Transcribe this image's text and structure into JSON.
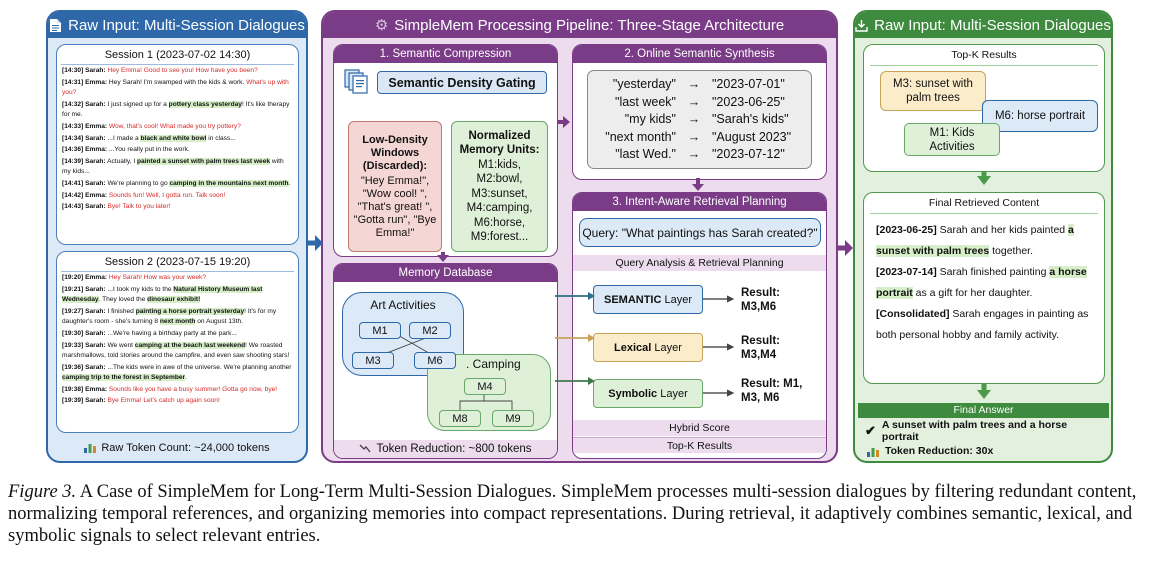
{
  "left_panel": {
    "title": "Raw Input: Multi-Session Dialogues",
    "session1": {
      "title": "Session 1 (2023-07-02 14:30)",
      "messages": [
        {
          "ts": "[14:30] Sarah:",
          "speaker": "emma",
          "parts": [
            {
              "t": " Hey Emma! Good to see you! How have you been?"
            }
          ]
        },
        {
          "ts": "[14:31] Emma:",
          "speaker": "sarah",
          "parts": [
            {
              "t": " Hey Sarah! I'm swamped with the kids & work. "
            },
            {
              "t": "What's up with you?",
              "red": true
            }
          ]
        },
        {
          "ts": "[14:32] Sarah:",
          "speaker": "sarah",
          "parts": [
            {
              "t": " I just signed up for a "
            },
            {
              "t": "pottery class yesterday",
              "hl": true
            },
            {
              "t": "! It's like therapy for me."
            }
          ]
        },
        {
          "ts": "[14:33] Emma:",
          "speaker": "emma",
          "parts": [
            {
              "t": " Wow, that's cool! What made you try pottery?"
            }
          ]
        },
        {
          "ts": "[14:34] Sarah:",
          "speaker": "sarah",
          "parts": [
            {
              "t": " ...I made a "
            },
            {
              "t": "black and white bowl",
              "hl": true
            },
            {
              "t": " in class..."
            }
          ]
        },
        {
          "ts": "[14:36] Emma:",
          "speaker": "sarah",
          "parts": [
            {
              "t": " ...You really put in the work."
            }
          ]
        },
        {
          "ts": "[14:39] Sarah:",
          "speaker": "sarah",
          "parts": [
            {
              "t": " Actually, I "
            },
            {
              "t": "painted a sunset with palm trees last week",
              "hl": true
            },
            {
              "t": " with my kids..."
            }
          ]
        },
        {
          "ts": "[14:41] Sarah:",
          "speaker": "sarah",
          "parts": [
            {
              "t": " We're planning to go "
            },
            {
              "t": "camping in the mountains next month",
              "hl": true
            },
            {
              "t": "."
            }
          ]
        },
        {
          "ts": "[14:42] Emma:",
          "speaker": "emma",
          "parts": [
            {
              "t": " Sounds fun! Well, I gotta run. Talk soon!"
            }
          ]
        },
        {
          "ts": "[14:43] Sarah:",
          "speaker": "emma",
          "parts": [
            {
              "t": " Bye! Talk to you later!"
            }
          ]
        }
      ]
    },
    "session2": {
      "title": "Session 2 (2023-07-15 19:20)",
      "messages": [
        {
          "ts": "[19:20] Emma:",
          "speaker": "emma",
          "parts": [
            {
              "t": " Hey Sarah! How was your week?"
            }
          ]
        },
        {
          "ts": "[19:21] Sarah:",
          "speaker": "sarah",
          "parts": [
            {
              "t": " ...I took my kids to the "
            },
            {
              "t": "Natural History Museum last Wednesday",
              "hl": true
            },
            {
              "t": ". They loved the "
            },
            {
              "t": "dinosaur exhibit!",
              "hl": true
            }
          ]
        },
        {
          "ts": "[19:27] Sarah:",
          "speaker": "sarah",
          "parts": [
            {
              "t": " I finished "
            },
            {
              "t": "painting a horse portrait yesterday",
              "hl": true
            },
            {
              "t": "! It's for my daughter's room - she's turning 8 "
            },
            {
              "t": "next month",
              "hl": true
            },
            {
              "t": " on August 13th."
            }
          ]
        },
        {
          "ts": "[19:30] Sarah:",
          "speaker": "sarah",
          "parts": [
            {
              "t": " ...We're having a birthday party at the park..."
            }
          ]
        },
        {
          "ts": "[19:33] Sarah:",
          "speaker": "sarah",
          "parts": [
            {
              "t": " We went "
            },
            {
              "t": "camping at the beach last weekend",
              "hl": true
            },
            {
              "t": "! We roasted marshmallows, told stories around the campfire, and even saw shooting stars!"
            }
          ]
        },
        {
          "ts": "[19:36] Sarah:",
          "speaker": "sarah",
          "parts": [
            {
              "t": " ...The kids were in awe of the universe. We're planning another "
            },
            {
              "t": "camping trip to the forest in September",
              "hl": true
            },
            {
              "t": "."
            }
          ]
        },
        {
          "ts": "[19:38] Emma:",
          "speaker": "emma",
          "parts": [
            {
              "t": " Sounds like you have a busy summer! Gotta go now, bye!"
            }
          ]
        },
        {
          "ts": "[19:39] Sarah:",
          "speaker": "emma",
          "parts": [
            {
              "t": " Bye Emma! Let's catch up again soon!"
            }
          ]
        }
      ]
    },
    "footer": "Raw Token Count: ~24,000 tokens"
  },
  "middle_panel": {
    "title": "SimpleMem Processing Pipeline: Three-Stage Architecture",
    "stage1": {
      "title": "1. Semantic Compression",
      "gating": "Semantic Density Gating",
      "low_density": {
        "title": "Low-Density Windows (Discarded):",
        "body": "\"Hey Emma!\", \"Wow cool! \", \"That's great! \", \"Gotta run\", \"Bye Emma!\""
      },
      "normalized": {
        "title": "Normalized Memory Units:",
        "body": "M1:kids, M2:bowl, M3:sunset, M4:camping, M6:horse, M9:forest..."
      }
    },
    "stage2": {
      "title": "2. Online Semantic Synthesis",
      "mappings": [
        {
          "from": "\"yesterday\"",
          "to": "\"2023-07-01\""
        },
        {
          "from": "\"last week\"",
          "to": "\"2023-06-25\""
        },
        {
          "from": "\"my kids\"",
          "to": "\"Sarah's kids\""
        },
        {
          "from": "\"next month\"",
          "to": "\"August 2023\""
        },
        {
          "from": "\"last Wed.\"",
          "to": "\"2023-07-12\""
        }
      ],
      "arrow": "→"
    },
    "memdb": {
      "title": "Memory Database",
      "art_label": "Art Activities",
      "camping_label": ". Camping",
      "nodes": {
        "m1": "M1",
        "m2": "M2",
        "m3": "M3",
        "m6": "M6",
        "m4": "M4",
        "m8": "M8",
        "m9": "M9"
      },
      "footer": "Token Reduction: ~800 tokens"
    },
    "stage3": {
      "title": "3. Intent-Aware Retrieval Planning",
      "query": "Query: \"What paintings has Sarah created?\"",
      "planning": "Query Analysis & Retrieval Planning",
      "layers": [
        {
          "name": "SEMANTIC",
          "suffix": " Layer",
          "result": "Result: M3,M6"
        },
        {
          "name": "Lexical",
          "suffix": " Layer",
          "result": "Result: M3,M4"
        },
        {
          "name": "Symbolic",
          "suffix": " Layer",
          "result": "Result: M1, M3, M6"
        }
      ],
      "hybrid": "Hybrid Score",
      "topk": "Top-K Results"
    }
  },
  "right_panel": {
    "title": "Raw Input: Multi-Session Dialogues",
    "topk": {
      "title": "Top-K Results",
      "m3": "M3: sunset with palm trees",
      "m6": "M6: horse portrait",
      "m1": "M1: Kids Activities"
    },
    "final_content": {
      "title": "Final Retrieved Content",
      "entries": [
        {
          "tag": "[2023-06-25]",
          "parts": [
            {
              "t": " Sarah and her kids painted "
            },
            {
              "t": "a sunset with palm trees",
              "hl": true
            },
            {
              "t": " together."
            }
          ]
        },
        {
          "tag": "[2023-07-14]",
          "parts": [
            {
              "t": " Sarah finished painting "
            },
            {
              "t": "a horse portrait",
              "hl": true
            },
            {
              "t": " as a gift for her daughter."
            }
          ]
        },
        {
          "tag": "[Consolidated]",
          "parts": [
            {
              "t": " Sarah engages in painting as both personal hobby and family activity."
            }
          ]
        }
      ]
    },
    "final_answer": {
      "title": "Final Answer",
      "check": "✔",
      "answer": "A sunset with palm trees and a horse portrait",
      "reduction": "Token Reduction: 30x"
    }
  },
  "caption": {
    "label": "Figure 3.",
    "text": " A Case of SimpleMem for Long-Term Multi-Session Dialogues. SimpleMem processes multi-session dialogues by filtering redundant content, normalizing temporal references, and organizing memories into compact representations. During retrieval, it adaptively combines semantic, lexical, and symbolic signals to select relevant entries."
  },
  "colors": {
    "blue": "#2e68a8",
    "purple": "#7a3c86",
    "green": "#3e8a3e",
    "highlight": "#d6efc9",
    "red_text": "#d62a2a"
  }
}
